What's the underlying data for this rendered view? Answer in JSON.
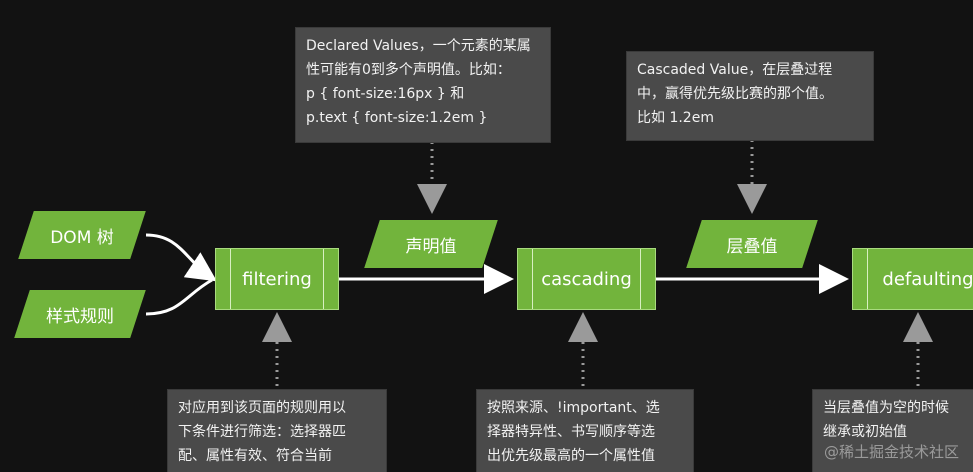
{
  "inputs": {
    "dom": "DOM 树",
    "style": "样式规则"
  },
  "steps": {
    "filtering": "filtering",
    "cascading": "cascading",
    "defaulting": "defaulting"
  },
  "values": {
    "declared": "声明值",
    "cascaded": "层叠值"
  },
  "notes": {
    "declared": [
      "Declared Values，一个元素的某属",
      "性可能有0到多个声明值。比如：",
      "p { font-size:16px } 和",
      "p.text { font-size:1.2em }"
    ],
    "cascaded": [
      "Cascaded Value，在层叠过程",
      "中，赢得优先级比赛的那个值。",
      "比如 1.2em"
    ],
    "filtering": [
      "对应用到该页面的规则用以",
      "下条件进行筛选：选择器匹",
      "配、属性有效、符合当前"
    ],
    "cascading": [
      "按照来源、!important、选",
      "择器特异性、书写顺序等选",
      "出优先级最高的一个属性值"
    ],
    "defaulting": [
      "当层叠值为空的时候",
      "继承或初始值"
    ]
  },
  "watermark": "@稀土掘金技术社区",
  "colors": {
    "green": "#72b43c",
    "note_bg": "#4a4a4a",
    "background": "#121212",
    "arrow": "#ffffff",
    "dotted": "#8a8a8a"
  }
}
